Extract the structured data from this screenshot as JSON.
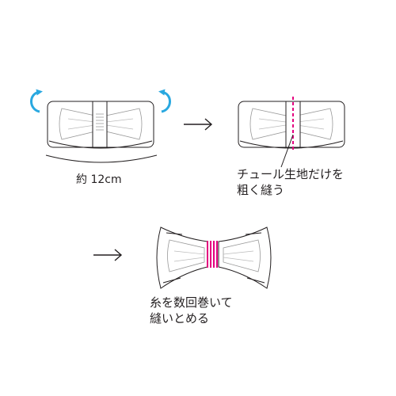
{
  "step1": {
    "width_label": "約 12cm"
  },
  "step2": {
    "instruction_lines": [
      "チュール生地だけを",
      "粗く縫う"
    ]
  },
  "step3": {
    "instruction_lines": [
      "糸を数回巻いて",
      "縫いとめる"
    ]
  },
  "colors": {
    "line": "#231f20",
    "curl_arrow": "#29a8e0",
    "stitch": "#e4007f"
  }
}
